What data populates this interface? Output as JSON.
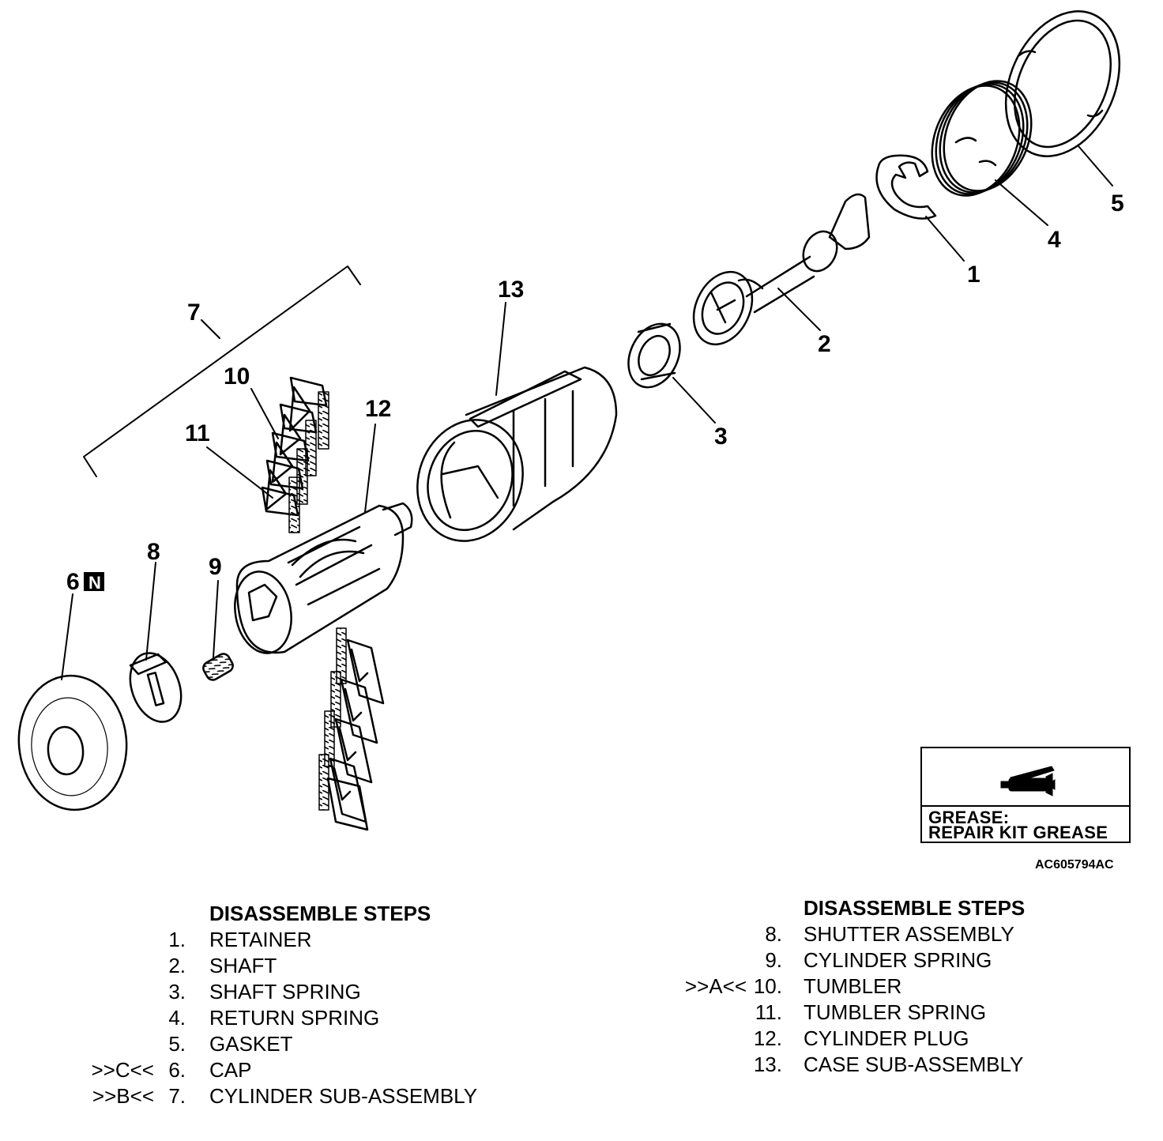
{
  "callouts": {
    "c1": "1",
    "c2": "2",
    "c3": "3",
    "c4": "4",
    "c5": "5",
    "c6": "6",
    "c6_badge": "N",
    "c7": "7",
    "c8": "8",
    "c9": "9",
    "c10": "10",
    "c11": "11",
    "c12": "12",
    "c13": "13"
  },
  "grease_box": {
    "icon": "grease-gun-icon",
    "line1": "GREASE:",
    "line2": "REPAIR KIT GREASE"
  },
  "drawing_id": "AC605794AC",
  "left_steps": {
    "heading": "DISASSEMBLE STEPS",
    "items": [
      {
        "ref": "",
        "num": "1.",
        "label": "RETAINER"
      },
      {
        "ref": "",
        "num": "2.",
        "label": "SHAFT"
      },
      {
        "ref": "",
        "num": "3.",
        "label": "SHAFT SPRING"
      },
      {
        "ref": "",
        "num": "4.",
        "label": "RETURN SPRING"
      },
      {
        "ref": "",
        "num": "5.",
        "label": "GASKET"
      },
      {
        "ref": ">>C<<",
        "num": "6.",
        "label": "CAP"
      },
      {
        "ref": ">>B<<",
        "num": "7.",
        "label": "CYLINDER SUB-ASSEMBLY"
      }
    ]
  },
  "right_steps": {
    "heading": "DISASSEMBLE STEPS",
    "items": [
      {
        "ref": "",
        "num": "8.",
        "label": "SHUTTER ASSEMBLY"
      },
      {
        "ref": "",
        "num": "9.",
        "label": "CYLINDER SPRING"
      },
      {
        "ref": ">>A<<",
        "num": "10.",
        "label": "TUMBLER"
      },
      {
        "ref": "",
        "num": "11.",
        "label": "TUMBLER SPRING"
      },
      {
        "ref": "",
        "num": "12.",
        "label": "CYLINDER PLUG"
      },
      {
        "ref": "",
        "num": "13.",
        "label": "CASE SUB-ASSEMBLY"
      }
    ]
  }
}
